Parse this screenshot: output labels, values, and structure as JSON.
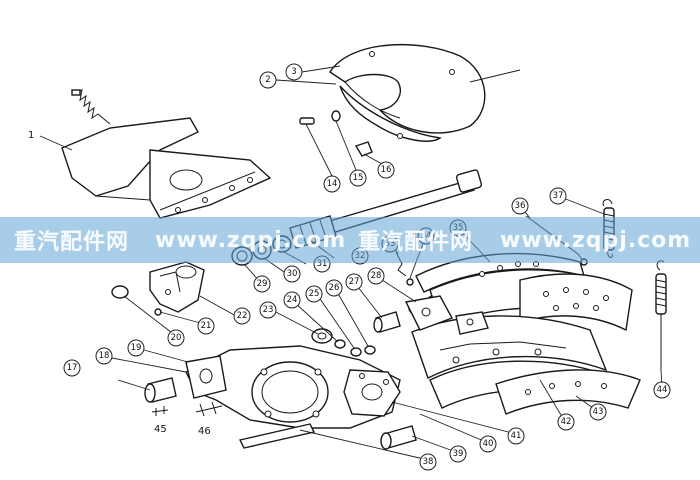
{
  "watermark": {
    "brand_1": "重汽配件网",
    "url_1": "www.zqpj.com",
    "brand_2": "重汽配件网",
    "url_2": "www.zqpj.com"
  },
  "labels": {
    "p1": "1",
    "p2": "2",
    "p3": "3",
    "p14": "14",
    "p15": "15",
    "p16": "16",
    "p17": "17",
    "p18": "18",
    "p19": "19",
    "p20": "20",
    "p21": "21",
    "p22": "22",
    "p23": "23",
    "p24": "24",
    "p25": "25",
    "p26": "26",
    "p27": "27",
    "p28": "28",
    "p29": "29",
    "p30": "30",
    "p31": "31",
    "p32": "32",
    "p33": "33",
    "p34": "34",
    "p35": "35",
    "p36": "36",
    "p37": "37",
    "p38": "38",
    "p39": "39",
    "p40": "40",
    "p41": "41",
    "p42": "42",
    "p43": "43",
    "p44": "44",
    "p45": "45",
    "p46": "46"
  }
}
